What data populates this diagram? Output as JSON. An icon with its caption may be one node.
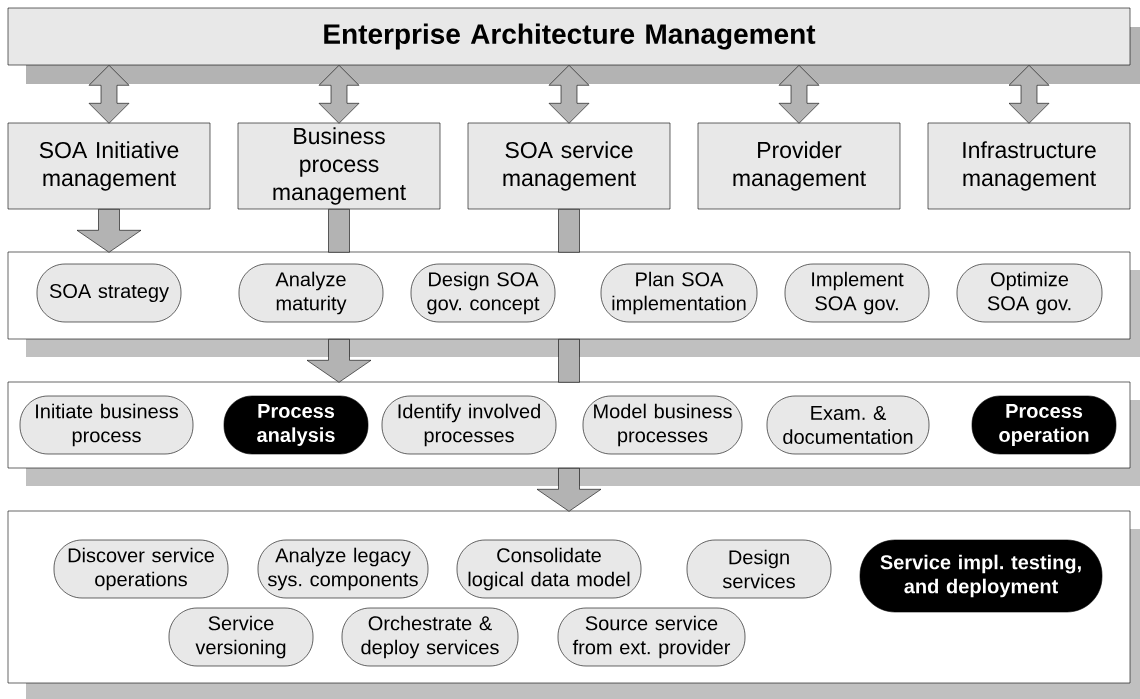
{
  "diagram": {
    "nodes": [
      {
        "text": [
          "Enterprise Architecture Management"
        ]
      },
      {
        "text": [
          "SOA Initiative management"
        ]
      },
      {
        "text": [
          "Business process management"
        ]
      },
      {
        "text": [
          "SOA service management"
        ]
      },
      {
        "text": [
          "Provider management"
        ]
      },
      {
        "text": [
          "Infrastructure management"
        ]
      },
      {
        "text": [],
        "shape": "box"
      },
      {
        "text": [
          "SOA strategy"
        ],
        "in": 6
      },
      {
        "text": [
          "Analyze maturity"
        ],
        "in": 6
      },
      {
        "text": [
          "Design SOA gov. concept"
        ],
        "in": 6
      },
      {
        "text": [
          "Plan SOA implementation"
        ],
        "in": 6
      },
      {
        "text": [
          "Implement SOA gov."
        ],
        "in": 6
      },
      {
        "text": [
          "Optimize SOA gov."
        ],
        "in": 6
      },
      {
        "text": [],
        "shape": "box"
      },
      {
        "text": [
          "Initiate business process"
        ],
        "in": 13
      },
      {
        "text": [
          "Process analysis"
        ],
        "in": 13
      },
      {
        "text": [
          "Identify involved processes"
        ],
        "in": 13
      },
      {
        "text": [
          "Model business processes"
        ],
        "in": 13
      },
      {
        "text": [
          "Exam. & documentation"
        ],
        "in": 13
      },
      {
        "text": [
          "Process operation"
        ],
        "in": 13
      },
      {
        "text": [],
        "shape": "box"
      },
      {
        "text": [
          "Discover service operations"
        ],
        "in": 20
      },
      {
        "text": [
          "Analyze legacy sys. components"
        ],
        "in": 20
      },
      {
        "text": [
          "Consolidate logical data model"
        ],
        "in": 20
      },
      {
        "text": [
          "Design services"
        ],
        "in": 20
      },
      {
        "text": [
          "Service impl. testing, and deployment"
        ],
        "in": 20
      },
      {
        "text": [
          "Service versioning"
        ],
        "in": 20
      },
      {
        "text": [
          "Orchestrate & deploy services"
        ],
        "in": 20
      },
      {
        "text": [
          "Source service from ext. provider"
        ],
        "in": 20
      }
    ],
    "edges": [
      {
        "from": 0,
        "to": 1,
        "arrow": "both"
      },
      {
        "from": 0,
        "to": 2,
        "arrow": "both"
      },
      {
        "from": 0,
        "to": 3,
        "arrow": "both"
      },
      {
        "from": 0,
        "to": 4,
        "arrow": "both"
      },
      {
        "from": 0,
        "to": 5,
        "arrow": "both"
      },
      {
        "from": 1,
        "to": 6,
        "arrow": "to"
      },
      {
        "from": 2,
        "to": 6,
        "arrow": "none"
      },
      {
        "from": 3,
        "to": 6,
        "arrow": "none"
      },
      {
        "from": 6,
        "to": 13,
        "arrow": "to"
      },
      {
        "from": 6,
        "to": 13,
        "arrow": "none"
      },
      {
        "from": 13,
        "to": 20,
        "arrow": "to"
      }
    ]
  }
}
